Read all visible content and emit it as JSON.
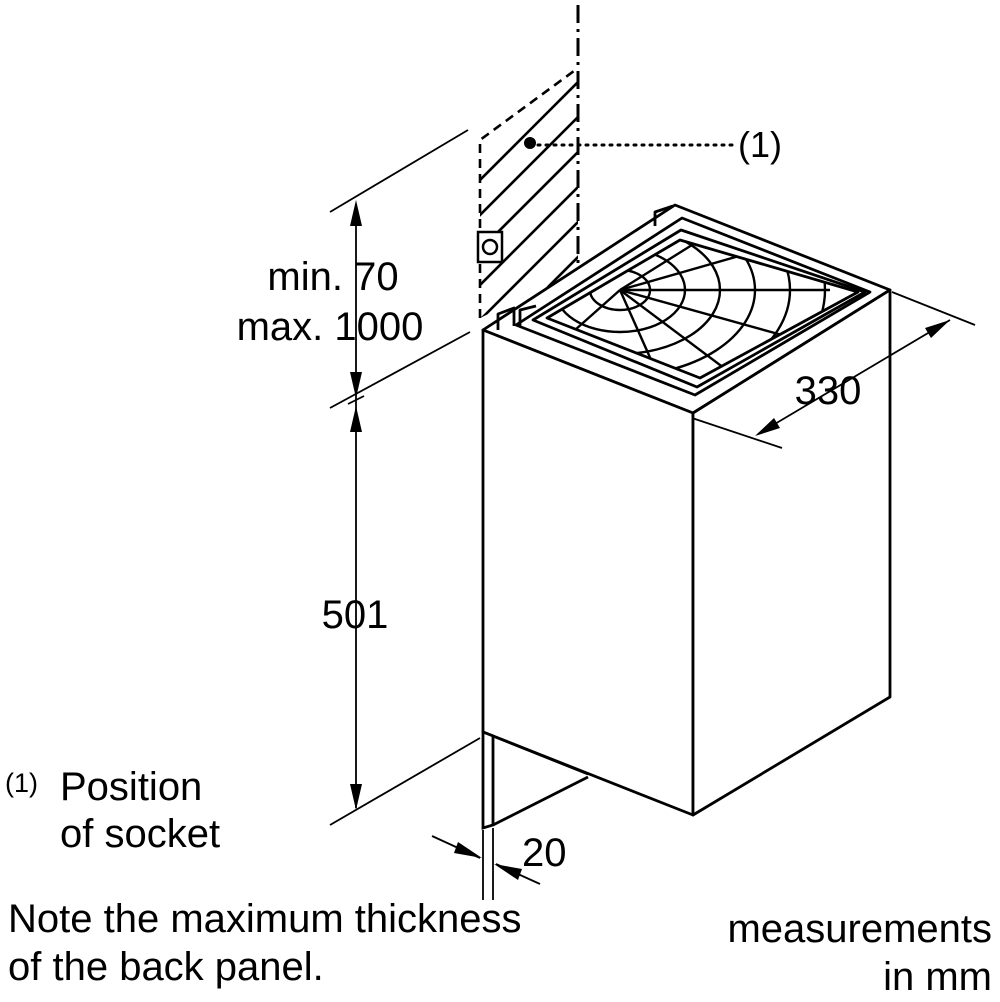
{
  "callout": {
    "marker": "(1)"
  },
  "dimensions": {
    "gap_min": "min. 70",
    "gap_max": "max. 1000",
    "height": "501",
    "width": "330",
    "panel_thickness": "20"
  },
  "legend": {
    "marker": "(1)",
    "line1": "Position",
    "line2": "of socket"
  },
  "notes": {
    "line1": "Note the maximum thickness",
    "line2": "of the back panel."
  },
  "units": {
    "line1": "measurements",
    "line2": "in mm"
  },
  "colors": {
    "ink": "#000000",
    "paper": "#ffffff"
  }
}
